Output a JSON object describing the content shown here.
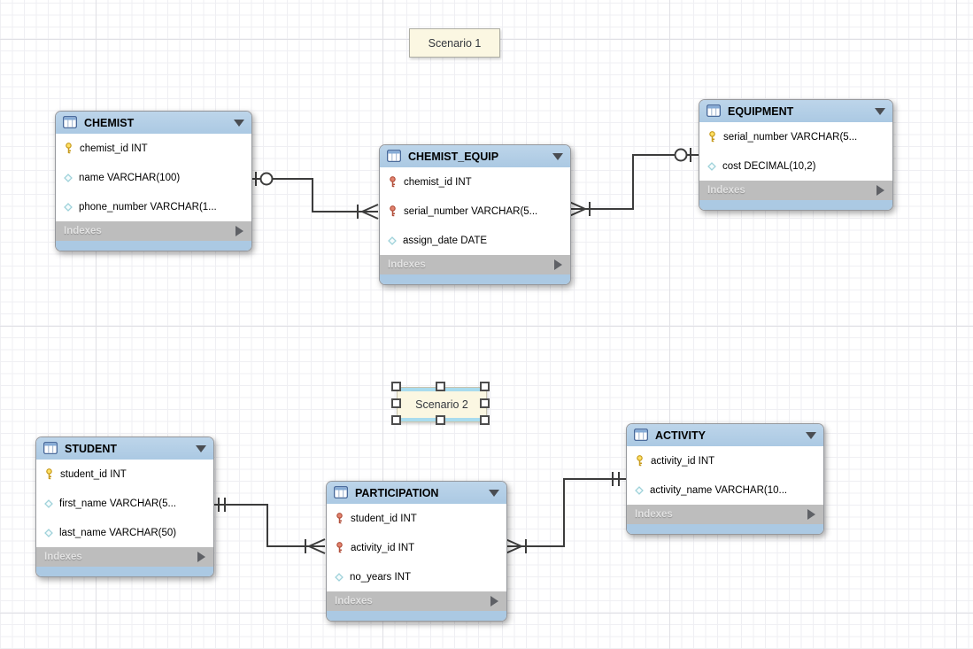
{
  "app_context": "EER database diagram canvas",
  "colors": {
    "header_blue": "#abc9e3",
    "header_blue_light": "#bdd5ea",
    "band_gray": "#bdbdbd",
    "note_bg": "#fbf7e2",
    "note_border": "#aeaea4",
    "sel_blue": "#a9dcee",
    "conn": "#3c3c3c",
    "table_border": "#96989c",
    "grid_line": "#efeff3",
    "page_line": "#e0e0e5",
    "pk_key_yellow": "#ffe063",
    "fk_key_red": "#e2836f",
    "column_diamond_teal": "#9fd2da"
  },
  "notes": [
    {
      "label": "Scenario 1",
      "selected": false
    },
    {
      "label": "Scenario 2",
      "selected": true
    }
  ],
  "tables": [
    {
      "name": "CHEMIST",
      "footer": "Indexes",
      "columns": [
        {
          "icon": "primary-key-icon",
          "text": "chemist_id INT"
        },
        {
          "icon": "column-diamond-icon",
          "text": "name VARCHAR(100)"
        },
        {
          "icon": "column-diamond-icon",
          "text": "phone_number VARCHAR(1..."
        }
      ]
    },
    {
      "name": "CHEMIST_EQUIP",
      "footer": "Indexes",
      "columns": [
        {
          "icon": "foreign-key-icon",
          "text": "chemist_id INT"
        },
        {
          "icon": "foreign-key-icon",
          "text": "serial_number VARCHAR(5..."
        },
        {
          "icon": "column-diamond-icon",
          "text": "assign_date DATE"
        }
      ]
    },
    {
      "name": "EQUIPMENT",
      "footer": "Indexes",
      "columns": [
        {
          "icon": "primary-key-icon",
          "text": "serial_number VARCHAR(5..."
        },
        {
          "icon": "column-diamond-icon",
          "text": "cost DECIMAL(10,2)"
        }
      ]
    },
    {
      "name": "STUDENT",
      "footer": "Indexes",
      "columns": [
        {
          "icon": "primary-key-icon",
          "text": "student_id INT"
        },
        {
          "icon": "column-diamond-icon",
          "text": "first_name VARCHAR(5..."
        },
        {
          "icon": "column-diamond-icon",
          "text": "last_name VARCHAR(50)"
        }
      ]
    },
    {
      "name": "PARTICIPATION",
      "footer": "Indexes",
      "columns": [
        {
          "icon": "foreign-key-icon",
          "text": "student_id INT"
        },
        {
          "icon": "foreign-key-icon",
          "text": "activity_id INT"
        },
        {
          "icon": "column-diamond-icon",
          "text": "no_years INT"
        }
      ]
    },
    {
      "name": "ACTIVITY",
      "footer": "Indexes",
      "columns": [
        {
          "icon": "primary-key-icon",
          "text": "activity_id INT"
        },
        {
          "icon": "column-diamond-icon",
          "text": "activity_name VARCHAR(10..."
        }
      ]
    }
  ],
  "relationships": [
    {
      "from": "CHEMIST",
      "to": "CHEMIST_EQUIP",
      "from_end": "one-optional (tick + circle)",
      "to_end": "many-mandatory (crow's foot + tick)"
    },
    {
      "from": "CHEMIST_EQUIP",
      "to": "EQUIPMENT",
      "from_end": "many-mandatory (crow's foot + tick)",
      "to_end": "one-optional (circle + tick)"
    },
    {
      "from": "STUDENT",
      "to": "PARTICIPATION",
      "from_end": "one-mandatory (two ticks)",
      "to_end": "many-mandatory (crow's foot + tick)"
    },
    {
      "from": "PARTICIPATION",
      "to": "ACTIVITY",
      "from_end": "many-mandatory (crow's foot + tick)",
      "to_end": "one-mandatory (two ticks)"
    }
  ]
}
